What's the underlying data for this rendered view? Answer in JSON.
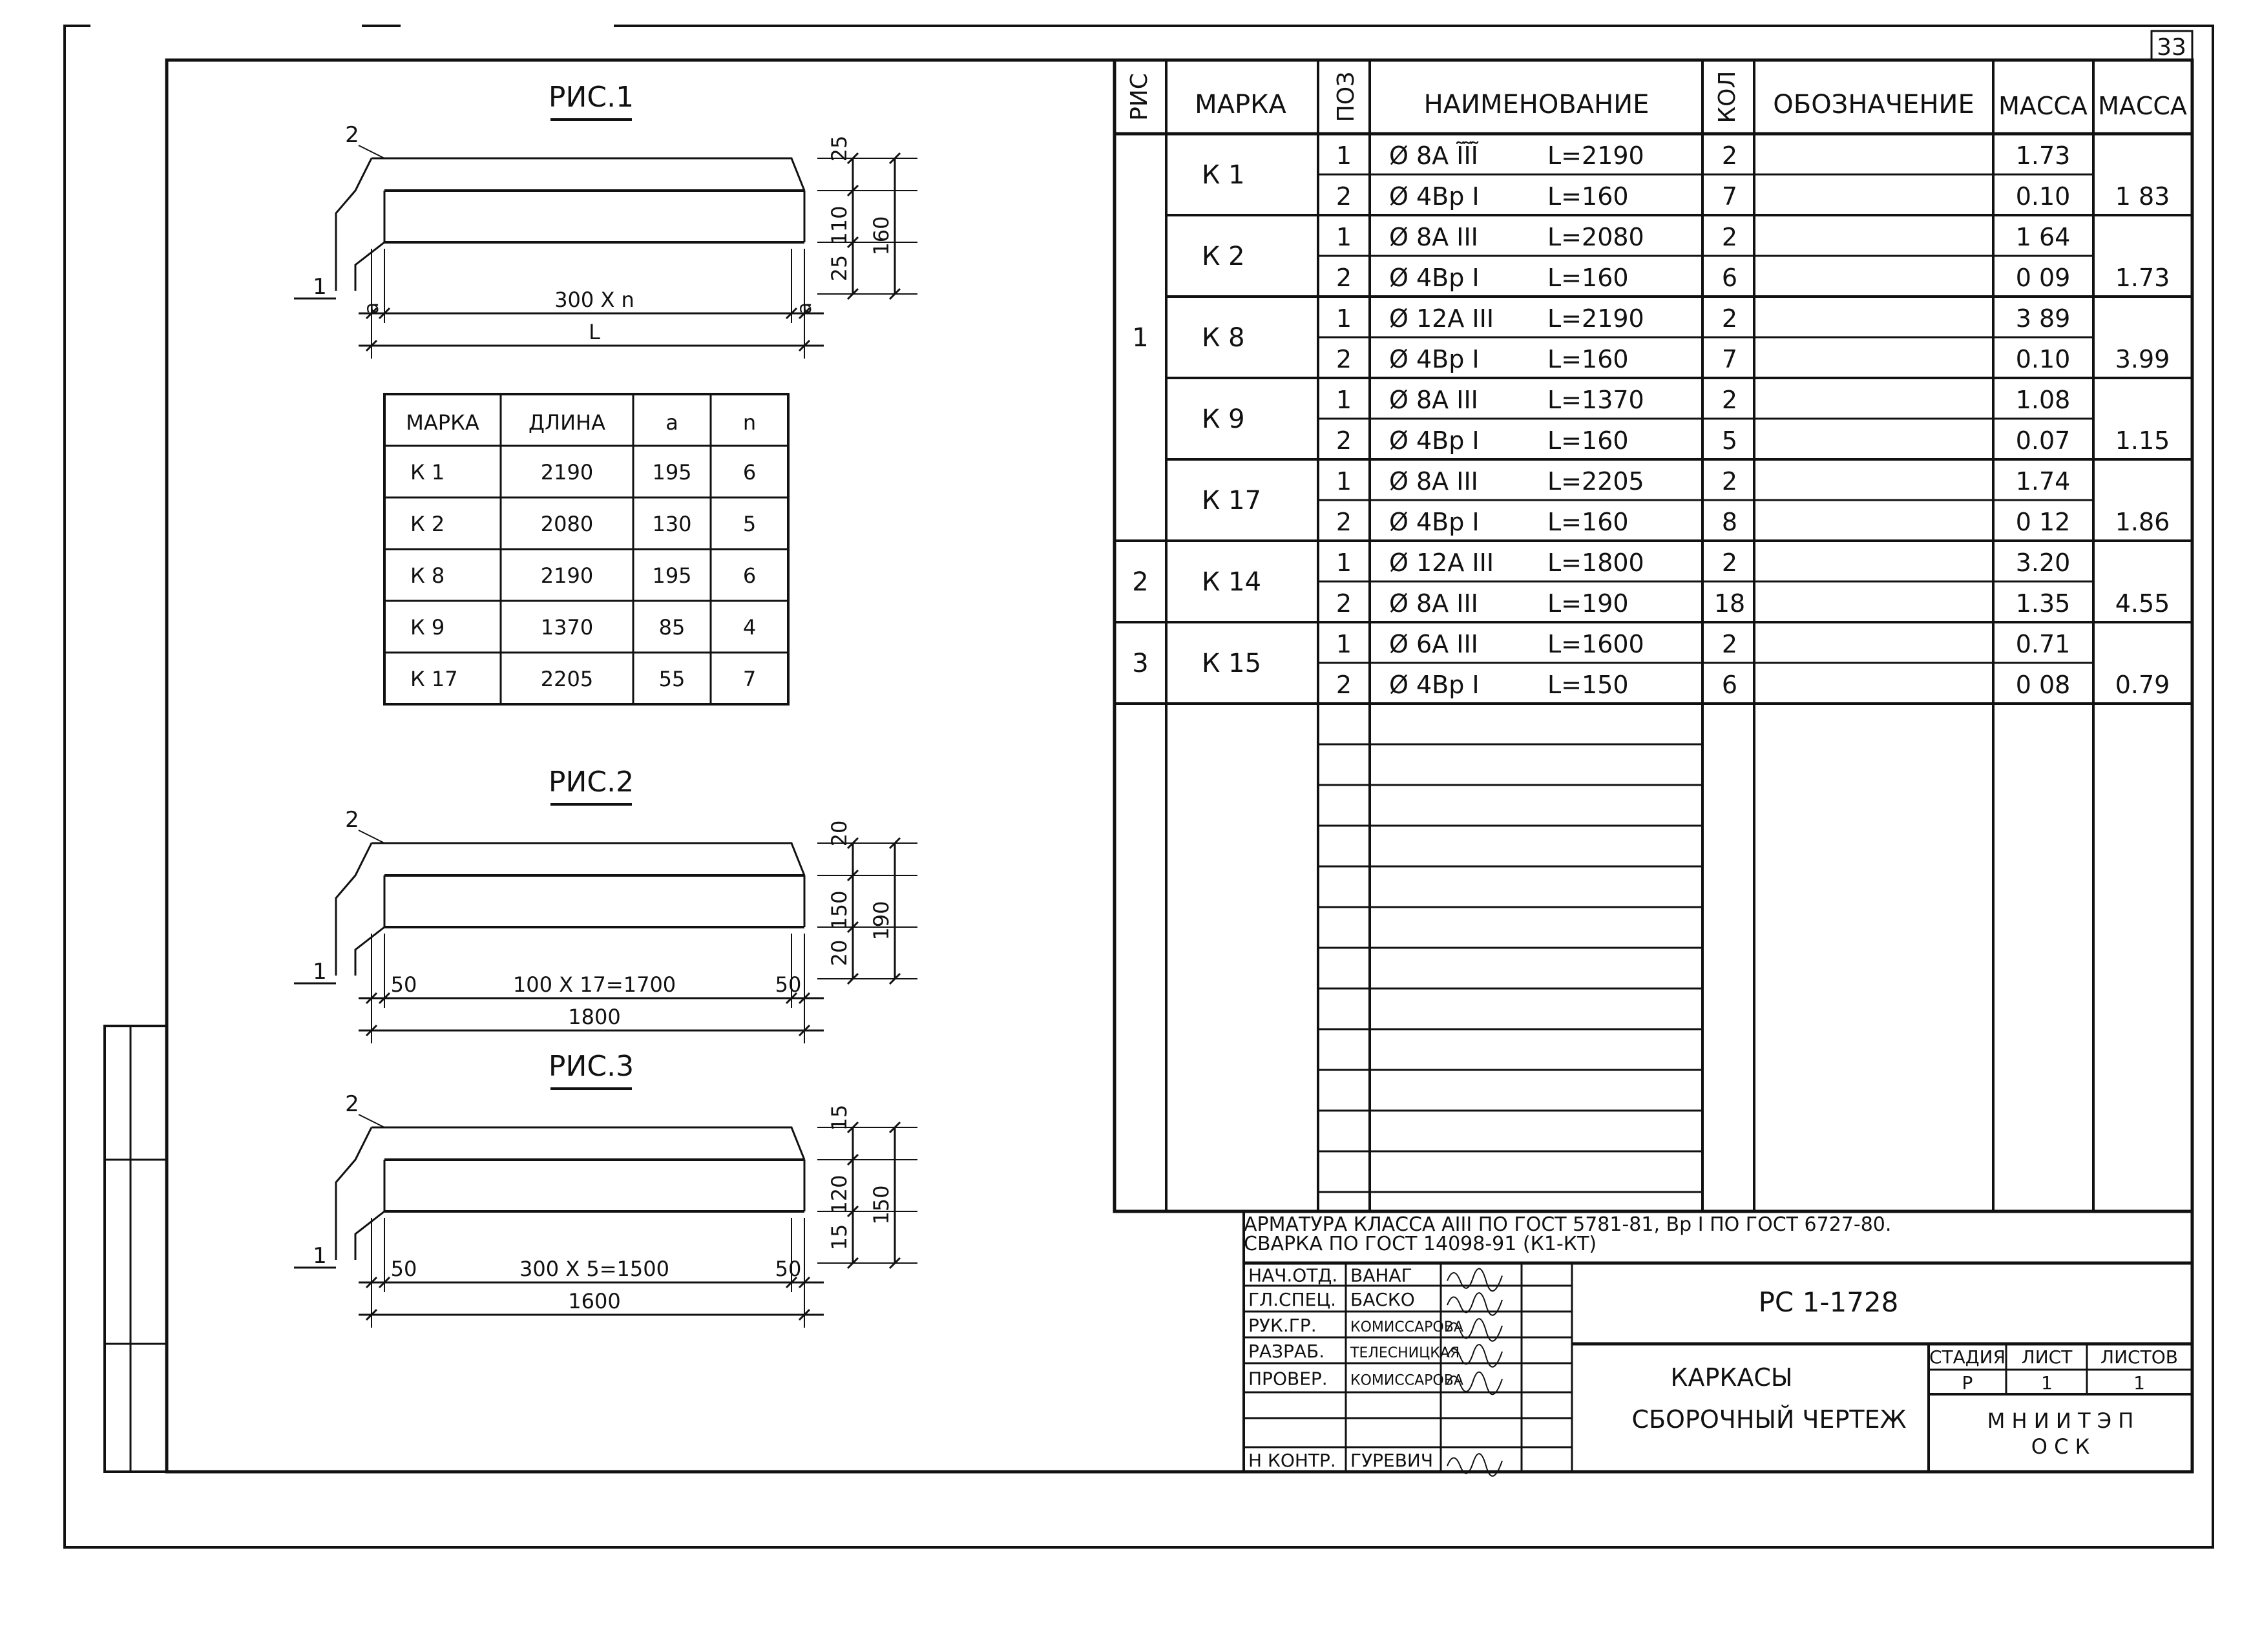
{
  "sheet_number": "33",
  "fig1": {
    "title": "РИС.1",
    "pos_left": "1",
    "pos_top": "2",
    "span": "300 X n",
    "end_a": "a",
    "total": "L",
    "dims": [
      "25",
      "110",
      "25"
    ],
    "overall": "160"
  },
  "fig2": {
    "title": "РИС.2",
    "pos_left": "1",
    "pos_top": "2",
    "end_l": "50",
    "span": "100 X 17=1700",
    "end_r": "50",
    "total": "1800",
    "dims": [
      "20",
      "150",
      "20"
    ],
    "overall": "190"
  },
  "fig3": {
    "title": "РИС.3",
    "pos_left": "1",
    "pos_top": "2",
    "end_l": "50",
    "span": "300 X 5=1500",
    "end_r": "50",
    "total": "1600",
    "dims": [
      "15",
      "120",
      "15"
    ],
    "overall": "150"
  },
  "length_table": {
    "headers": [
      "МАРКА",
      "ДЛИНА",
      "a",
      "n"
    ],
    "rows": [
      [
        "К 1",
        "2190",
        "195",
        "6"
      ],
      [
        "К 2",
        "2080",
        "130",
        "5"
      ],
      [
        "К 8",
        "2190",
        "195",
        "6"
      ],
      [
        "К 9",
        "1370",
        "85",
        "4"
      ],
      [
        "К 17",
        "2205",
        "55",
        "7"
      ]
    ]
  },
  "spec": {
    "headers": {
      "fig": "РИС",
      "mark": "МАРКА",
      "pos": "ПОЗ",
      "name": "НАИМЕНОВАНИЕ",
      "qty": "КОЛ",
      "designation": "ОБОЗНАЧЕНИЕ",
      "mass1": "МАССА",
      "mass2": "МАССА"
    },
    "rows": [
      {
        "pos": "1",
        "dia": "Ø 8A ĨĨĨ",
        "len": "L=2190",
        "qty": "2",
        "mass": "1.73"
      },
      {
        "pos": "2",
        "dia": "Ø 4Bp I",
        "len": "L=160",
        "qty": "7",
        "mass": "0.10"
      },
      {
        "pos": "1",
        "dia": "Ø 8A III",
        "len": "L=2080",
        "qty": "2",
        "mass": "1 64"
      },
      {
        "pos": "2",
        "dia": "Ø 4Bp I",
        "len": "L=160",
        "qty": "6",
        "mass": "0 09"
      },
      {
        "pos": "1",
        "dia": "Ø 12A III",
        "len": "L=2190",
        "qty": "2",
        "mass": "3 89"
      },
      {
        "pos": "2",
        "dia": "Ø 4Bp I",
        "len": "L=160",
        "qty": "7",
        "mass": "0.10"
      },
      {
        "pos": "1",
        "dia": "Ø 8A III",
        "len": "L=1370",
        "qty": "2",
        "mass": "1.08"
      },
      {
        "pos": "2",
        "dia": "Ø 4Bp I",
        "len": "L=160",
        "qty": "5",
        "mass": "0.07"
      },
      {
        "pos": "1",
        "dia": "Ø 8A III",
        "len": "L=2205",
        "qty": "2",
        "mass": "1.74"
      },
      {
        "pos": "2",
        "dia": "Ø 4Bp I",
        "len": "L=160",
        "qty": "8",
        "mass": "0 12"
      },
      {
        "pos": "1",
        "dia": "Ø 12A III",
        "len": "L=1800",
        "qty": "2",
        "mass": "3.20"
      },
      {
        "pos": "2",
        "dia": "Ø 8A III",
        "len": "L=190",
        "qty": "18",
        "mass": "1.35"
      },
      {
        "pos": "1",
        "dia": "Ø 6A III",
        "len": "L=1600",
        "qty": "2",
        "mass": "0.71"
      },
      {
        "pos": "2",
        "dia": "Ø 4Bp I",
        "len": "L=150",
        "qty": "6",
        "mass": "0 08"
      }
    ],
    "marks": [
      "К 1",
      "К 2",
      "К 8",
      "К 9",
      "К 17",
      "К 14",
      "К 15"
    ],
    "totals": [
      "1 83",
      "1.73",
      "3.99",
      "1.15",
      "1.86",
      "4.55",
      "0.79"
    ],
    "figs": [
      "1",
      "2",
      "3"
    ]
  },
  "notes": {
    "line1": "АРМАТУРА КЛАССА AIII ПО ГОСТ 5781-81, Bp I  ПО ГОСТ 6727-80.",
    "line2": "СВАРКА ПО ГОСТ 14098-91 (К1-КТ)"
  },
  "title_block": {
    "roles": [
      "НАЧ.ОТД.",
      "ГЛ.СПЕЦ.",
      "РУК.ГР.",
      "РАЗРАБ.",
      "ПРОВЕР.",
      "Н КОНТР."
    ],
    "names": [
      "ВАНАГ",
      "БАСКО",
      "КОМИССАРОВА",
      "ТЕЛЕСНИЦКАЯ",
      "КОМИССАРОВА",
      "ГУРЕВИЧ"
    ],
    "code": "РС 1-1728",
    "title1": "КАРКАСЫ",
    "title2": "СБОРОЧНЫЙ ЧЕРТЕЖ",
    "stage_h": "СТАДИЯ",
    "sheet_h": "ЛИСТ",
    "sheets_h": "ЛИСТОВ",
    "stage": "Р",
    "sheet": "1",
    "sheets": "1",
    "org1": "М Н И И Т Э П",
    "org2": "О С К"
  }
}
